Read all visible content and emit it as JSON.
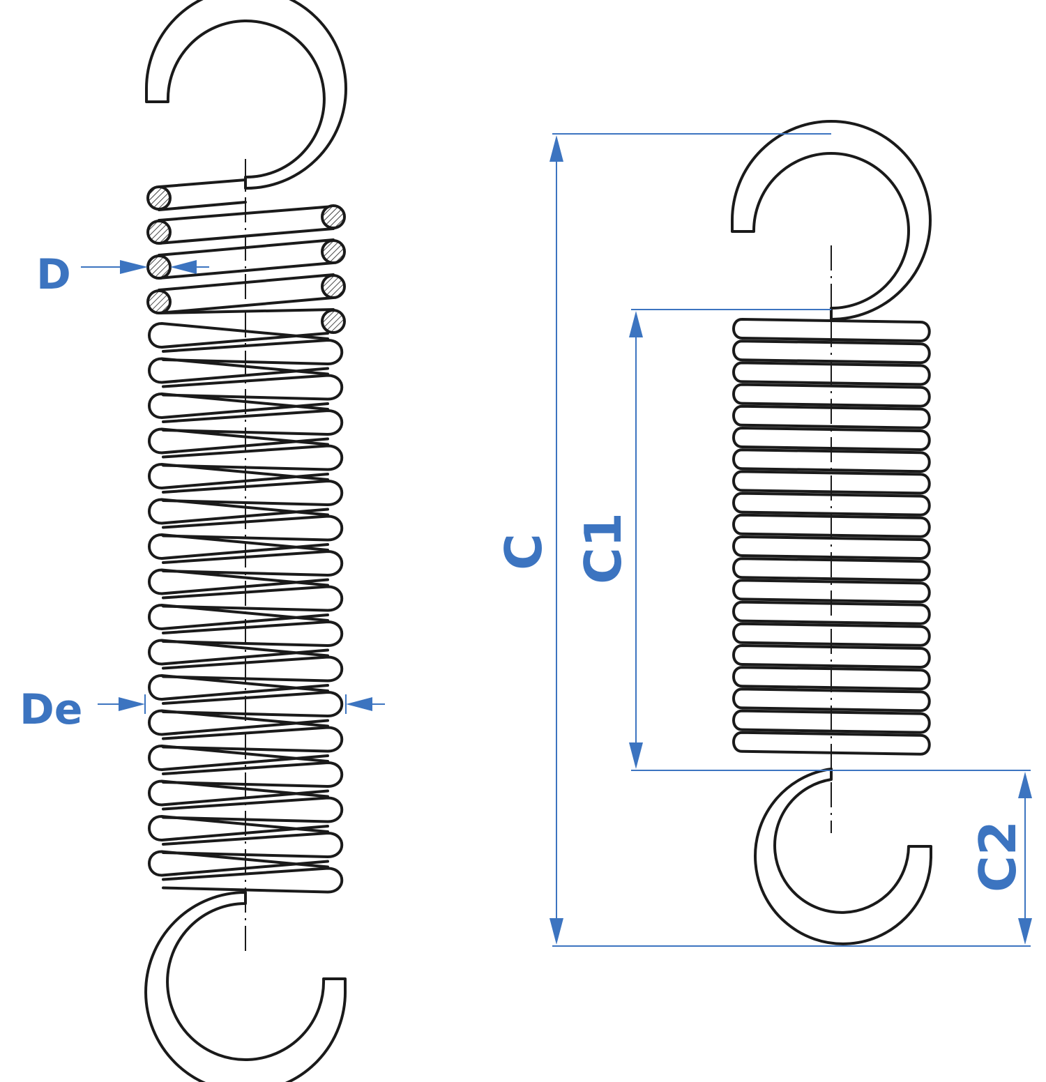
{
  "colors": {
    "dimension": "#3c74c0",
    "line": "#1a1a1a",
    "background": "#ffffff"
  },
  "labels": {
    "wire_diameter": "D",
    "outer_diameter": "De",
    "total_length": "C",
    "body_length": "C1",
    "hook_length": "C2"
  }
}
